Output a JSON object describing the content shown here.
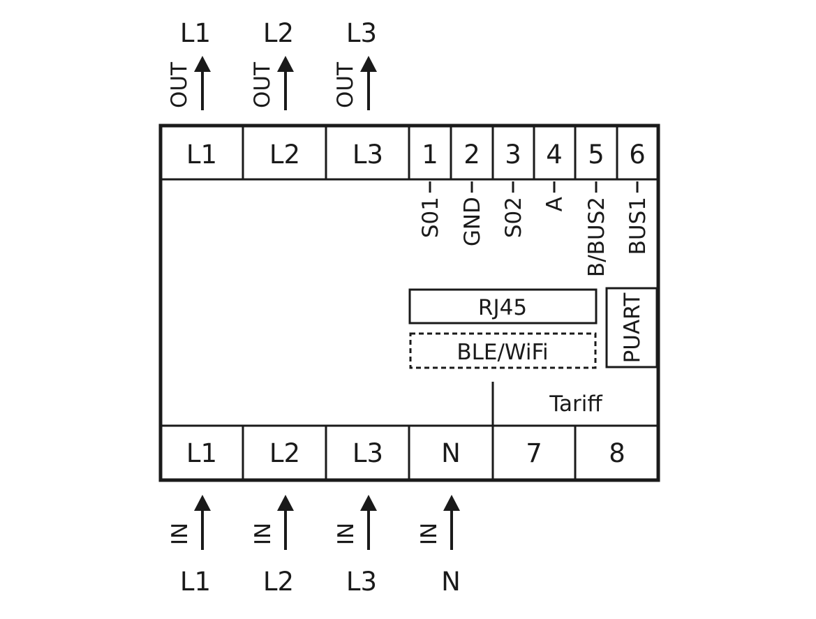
{
  "outputs": [
    {
      "phase": "L1",
      "dir": "OUT"
    },
    {
      "phase": "L2",
      "dir": "OUT"
    },
    {
      "phase": "L3",
      "dir": "OUT"
    }
  ],
  "top_terminals": [
    {
      "label": "L1"
    },
    {
      "label": "L2"
    },
    {
      "label": "L3"
    },
    {
      "label": "1",
      "signal": "S01"
    },
    {
      "label": "2",
      "signal": "GND"
    },
    {
      "label": "3",
      "signal": "S02"
    },
    {
      "label": "4",
      "signal": "A"
    },
    {
      "label": "5",
      "signal": "B/BUS2"
    },
    {
      "label": "6",
      "signal": "BUS1"
    }
  ],
  "modules": {
    "rj45": "RJ45",
    "ble_wifi": "BLE/WiFi",
    "puart": "PUART",
    "tariff": "Tariff"
  },
  "bottom_terminals": [
    {
      "label": "L1"
    },
    {
      "label": "L2"
    },
    {
      "label": "L3"
    },
    {
      "label": "N"
    },
    {
      "label": "7"
    },
    {
      "label": "8"
    }
  ],
  "inputs": [
    {
      "phase": "L1",
      "dir": "IN"
    },
    {
      "phase": "L2",
      "dir": "IN"
    },
    {
      "phase": "L3",
      "dir": "IN"
    },
    {
      "phase": "N",
      "dir": "IN"
    }
  ]
}
